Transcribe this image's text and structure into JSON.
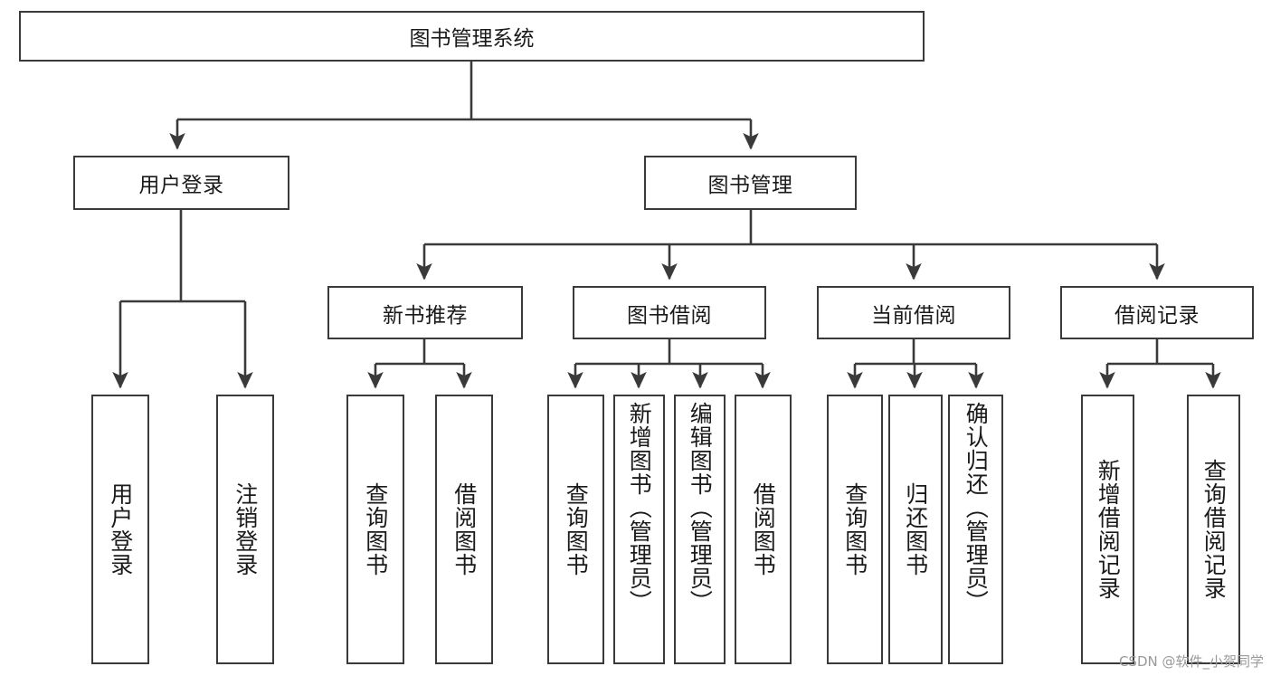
{
  "diagram": {
    "type": "tree-hierarchy",
    "title": "图书管理系统",
    "orientation": "top-down",
    "watermark": "CSDN @软件_小贺同学",
    "colors": {
      "box_border": "#3a3a3a",
      "box_fill": "#ffffff",
      "edge": "#3a3a3a",
      "text": "#1a1a1a",
      "watermark": "#9a9a9a",
      "background": "#ffffff"
    },
    "levels": {
      "root": "图书管理系统",
      "level2": [
        "用户登录",
        "图书管理"
      ],
      "level3": [
        "新书推荐",
        "图书借阅",
        "当前借阅",
        "借阅记录"
      ]
    },
    "nodes": {
      "root": {
        "label": "图书管理系统"
      },
      "user_login": {
        "label": "用户登录"
      },
      "book_manage": {
        "label": "图书管理"
      },
      "new_book_rec": {
        "label": "新书推荐"
      },
      "book_borrow": {
        "label": "图书借阅"
      },
      "current_borrow": {
        "label": "当前借阅"
      },
      "borrow_record": {
        "label": "借阅记录"
      }
    },
    "leaves": {
      "user_login": [
        {
          "label": "用户登录"
        },
        {
          "label": "注销登录"
        }
      ],
      "new_book_rec": [
        {
          "label": "查询图书"
        },
        {
          "label": "借阅图书"
        }
      ],
      "book_borrow": [
        {
          "label": "查询图书"
        },
        {
          "label": "新增图书（管理员）"
        },
        {
          "label": "编辑图书（管理员）"
        },
        {
          "label": "借阅图书"
        }
      ],
      "current_borrow": [
        {
          "label": "查询图书"
        },
        {
          "label": "归还图书"
        },
        {
          "label": "确认归还（管理员）"
        }
      ],
      "borrow_record": [
        {
          "label": "新增借阅记录"
        },
        {
          "label": "查询借阅记录"
        }
      ]
    }
  }
}
